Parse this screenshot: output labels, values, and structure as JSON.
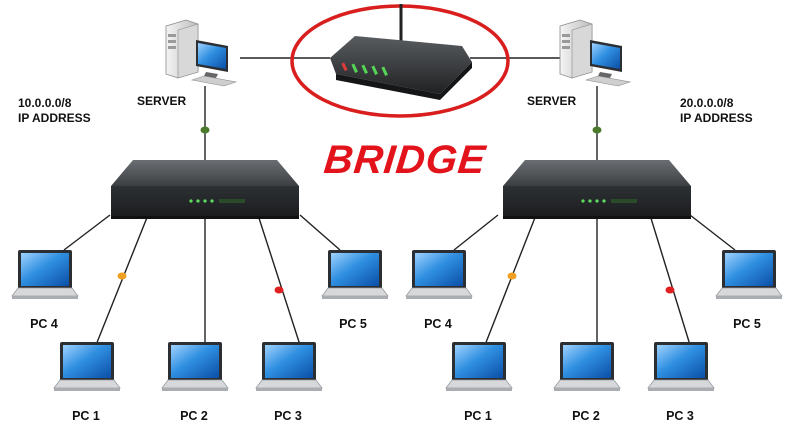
{
  "title": "BRIDGE",
  "left_network": {
    "address": "10.0.0.0/8",
    "address_caption": "IP ADDRESS",
    "server_label": "SERVER",
    "pcs": [
      "PC 4",
      "PC 5",
      "PC 1",
      "PC 2",
      "PC 3"
    ]
  },
  "right_network": {
    "address": "20.0.0.0/8",
    "address_caption": "IP ADDRESS",
    "server_label": "SERVER",
    "pcs": [
      "PC 4",
      "PC 5",
      "PC 1",
      "PC 2",
      "PC 3"
    ]
  },
  "colors": {
    "title": "#e3131b",
    "highlight_ring": "#d91e1e",
    "switch_body": "#3a3d40",
    "screen": "#2f8fe0",
    "link_dot_orange": "#f0a020",
    "link_dot_red": "#e02020",
    "link_dot_green": "#4a7a2a"
  }
}
